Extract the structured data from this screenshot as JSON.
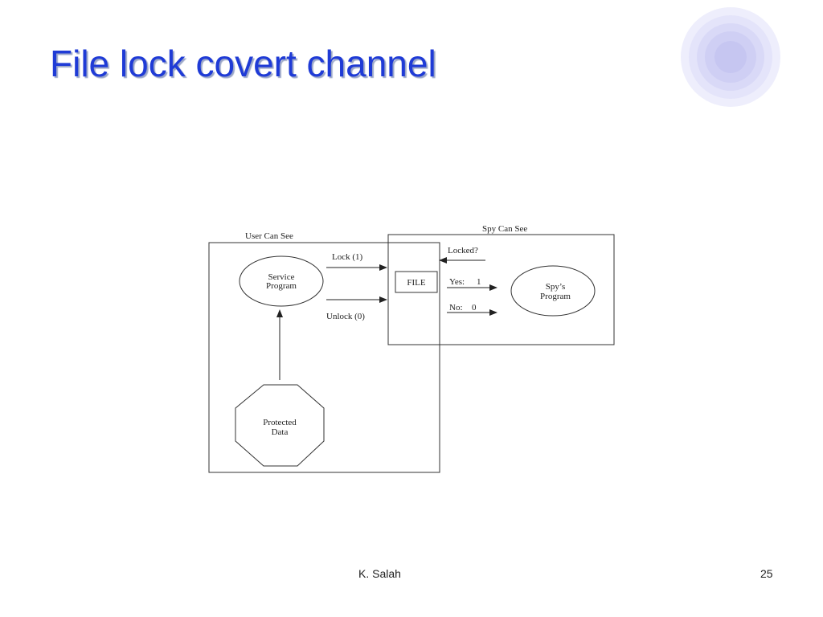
{
  "slide": {
    "title": "File lock covert channel",
    "accent_color": "#1f3bd6",
    "decoration": "concentric-lavender-circle"
  },
  "diagram": {
    "regions": {
      "user": "User Can See",
      "spy": "Spy Can See"
    },
    "nodes": {
      "service_line1": "Service",
      "service_line2": "Program",
      "file": "FILE",
      "spy_line1": "Spy’s",
      "spy_line2": "Program",
      "protected_line1": "Protected",
      "protected_line2": "Data"
    },
    "edges": {
      "lock": "Lock (1)",
      "unlock": "Unlock (0)",
      "locked": "Locked?",
      "yes": "Yes:",
      "yes_value": "1",
      "no": "No:",
      "no_value": "0"
    }
  },
  "footer": {
    "author": "K. Salah",
    "page_number": "25"
  }
}
